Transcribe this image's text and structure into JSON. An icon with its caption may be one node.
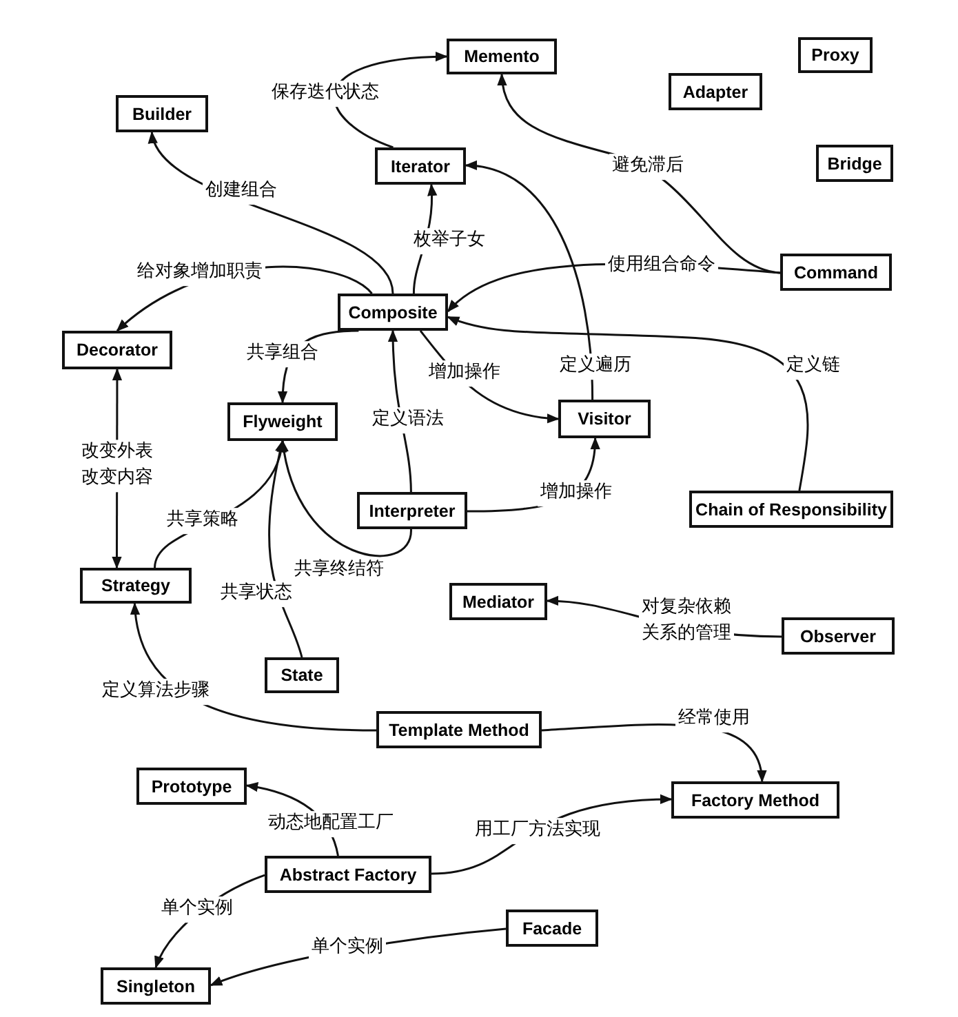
{
  "diagram": {
    "nodes": [
      {
        "text": [
          "Memento"
        ]
      },
      {
        "text": [
          "Proxy"
        ]
      },
      {
        "text": [
          "Builder"
        ]
      },
      {
        "text": [
          "Adapter"
        ]
      },
      {
        "text": [
          "Iterator"
        ]
      },
      {
        "text": [
          "Bridge"
        ]
      },
      {
        "text": [
          "Composite"
        ]
      },
      {
        "text": [
          "Command"
        ]
      },
      {
        "text": [
          "Decorator"
        ]
      },
      {
        "text": [
          "Flyweight"
        ]
      },
      {
        "text": [
          "Visitor"
        ]
      },
      {
        "text": [
          "Interpreter"
        ]
      },
      {
        "text": [
          "Chain of Responsibility"
        ]
      },
      {
        "text": [
          "Strategy"
        ]
      },
      {
        "text": [
          "Mediator"
        ]
      },
      {
        "text": [
          "Observer"
        ]
      },
      {
        "text": [
          "State"
        ]
      },
      {
        "text": [
          "Template Method"
        ]
      },
      {
        "text": [
          "Factory Method"
        ]
      },
      {
        "text": [
          "Prototype"
        ]
      },
      {
        "text": [
          "Abstract Factory"
        ]
      },
      {
        "text": [
          "Facade"
        ]
      },
      {
        "text": [
          "Singleton"
        ]
      }
    ],
    "edges": [
      {
        "from": 4,
        "to": 0,
        "arrow": "to",
        "label": "保存迭代状态"
      },
      {
        "from": 6,
        "to": 2,
        "arrow": "to",
        "label": "创建组合"
      },
      {
        "from": 6,
        "to": 4,
        "arrow": "to",
        "label": "枚举子女"
      },
      {
        "from": 7,
        "to": 0,
        "arrow": "to",
        "label": "避免滞后"
      },
      {
        "from": 7,
        "to": 6,
        "arrow": "to",
        "label": "使用组合命令"
      },
      {
        "from": 6,
        "to": 8,
        "arrow": "to",
        "label": "给对象增加职责"
      },
      {
        "from": 6,
        "to": 9,
        "arrow": "to",
        "label": "共享组合"
      },
      {
        "from": 10,
        "to": 4,
        "arrow": "to",
        "label": "定义遍历"
      },
      {
        "from": 6,
        "to": 10,
        "arrow": "to",
        "label": "增加操作"
      },
      {
        "from": 12,
        "to": 6,
        "arrow": "to",
        "label": "定义链"
      },
      {
        "from": 11,
        "to": 6,
        "arrow": "to",
        "label": "定义语法"
      },
      {
        "from": 11,
        "to": 10,
        "arrow": "to",
        "label": "增加操作"
      },
      {
        "from": 8,
        "to": 13,
        "arrow": "both",
        "label": "改变外表改变内容"
      },
      {
        "from": 13,
        "to": 9,
        "arrow": "to",
        "label": "共享策略"
      },
      {
        "from": 16,
        "to": 9,
        "arrow": "to",
        "label": "共享状态"
      },
      {
        "from": 11,
        "to": 9,
        "arrow": "to",
        "label": "共享终结符"
      },
      {
        "from": 15,
        "to": 14,
        "arrow": "to",
        "label": "对复杂依赖关系的管理"
      },
      {
        "from": 17,
        "to": 13,
        "arrow": "to",
        "label": "定义算法步骤"
      },
      {
        "from": 17,
        "to": 18,
        "arrow": "to",
        "label": "经常使用"
      },
      {
        "from": 20,
        "to": 19,
        "arrow": "to",
        "label": "动态地配置工厂"
      },
      {
        "from": 20,
        "to": 18,
        "arrow": "to",
        "label": "用工厂方法实现"
      },
      {
        "from": 20,
        "to": 22,
        "arrow": "to",
        "label": "单个实例"
      },
      {
        "from": 21,
        "to": 22,
        "arrow": "to",
        "label": "单个实例"
      }
    ]
  }
}
